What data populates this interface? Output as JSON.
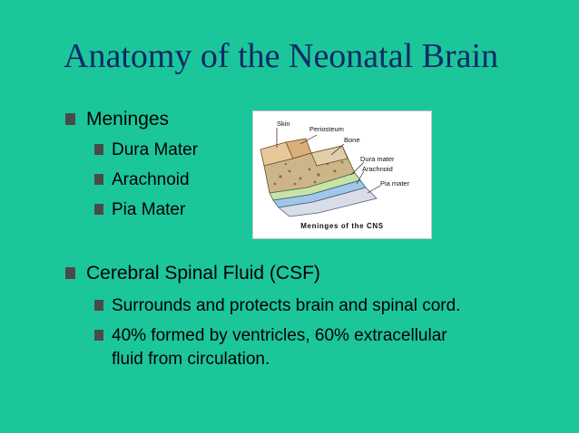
{
  "title": "Anatomy of the Neonatal Brain",
  "bullets": [
    {
      "text": "Meninges",
      "children": [
        "Dura Mater",
        "Arachnoid",
        "Pia Mater"
      ]
    },
    {
      "text": "Cerebral Spinal Fluid (CSF)",
      "children": [
        "Surrounds and protects brain and spinal cord.",
        "40% formed by ventricles, 60% extracellular",
        "fluid from circulation."
      ]
    }
  ],
  "figure": {
    "labels": {
      "skin": "Skin",
      "periosteum": "Periosteum",
      "bone": "Bone",
      "dura": "Dura mater",
      "arachnoid": "Arachnoid",
      "pia": "Pia mater"
    },
    "caption": "Meninges of the CNS"
  },
  "colors": {
    "background": "#1cc69b",
    "title": "#102a66",
    "bullet_square": "#4a4a4a"
  }
}
